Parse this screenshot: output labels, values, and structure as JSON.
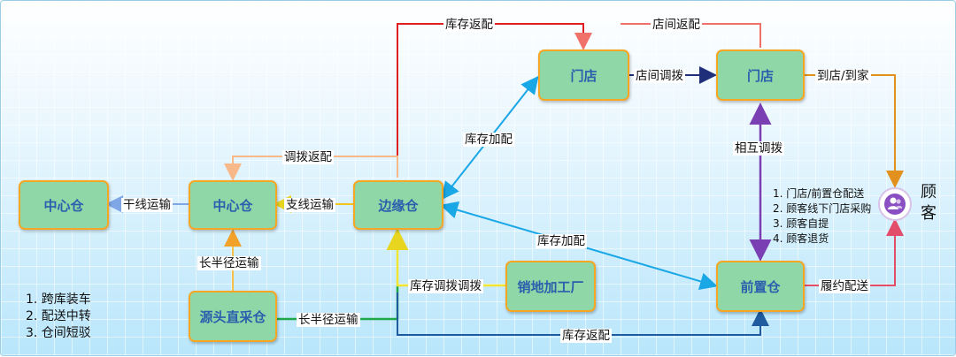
{
  "nodes": {
    "central_wh_left": "中心仓",
    "central_wh": "中心仓",
    "edge_wh": "边缘仓",
    "store_a": "门店",
    "store_b": "门店",
    "front_wh": "前置仓",
    "source_wh": "源头直采仓",
    "processing_plant": "销地加工厂"
  },
  "labels": {
    "trunk": "干线运输",
    "branch": "支线运输",
    "long_radius_up": "长半径运输",
    "long_radius_right": "长半径运输",
    "transfer_return": "调拨返配",
    "stock_return_top": "库存返配",
    "store_return": "店间返配",
    "store_transfer": "店间调拨",
    "to_store_home": "到店/到家",
    "mutual_transfer": "相互调拨",
    "stock_add_store": "库存加配",
    "stock_add_front": "库存加配",
    "stock_transfer": "库存调拨调拨",
    "fulfillment": "履约配送",
    "stock_return_bottom": "库存返配"
  },
  "left_notes": [
    "1. 跨库装车",
    "2. 配送中转",
    "3. 仓间短驳"
  ],
  "right_notes": [
    "1. 门店/前置仓配送",
    "2. 顾客线下门店采购",
    "3. 顾客自提",
    "4. 顾客退货"
  ],
  "customer": {
    "label": "顾客",
    "icon": "customer-icon"
  },
  "colors": {
    "node_fill": "#8fd7a6",
    "node_border": "#f5a623",
    "node_text": "#2b5fae",
    "red": "#e02020",
    "salmon": "#f0706a",
    "cyan": "#1aa7e6",
    "navy": "#1f2f7a",
    "purple": "#7b3fb4",
    "orange": "#e2901e",
    "pink": "#e24d6a",
    "green": "#1fa84a",
    "yellow": "#f2e530",
    "dark_blue": "#1f5b9e",
    "light_orange": "#f7b98a",
    "light_blue": "#7fa7e6"
  }
}
